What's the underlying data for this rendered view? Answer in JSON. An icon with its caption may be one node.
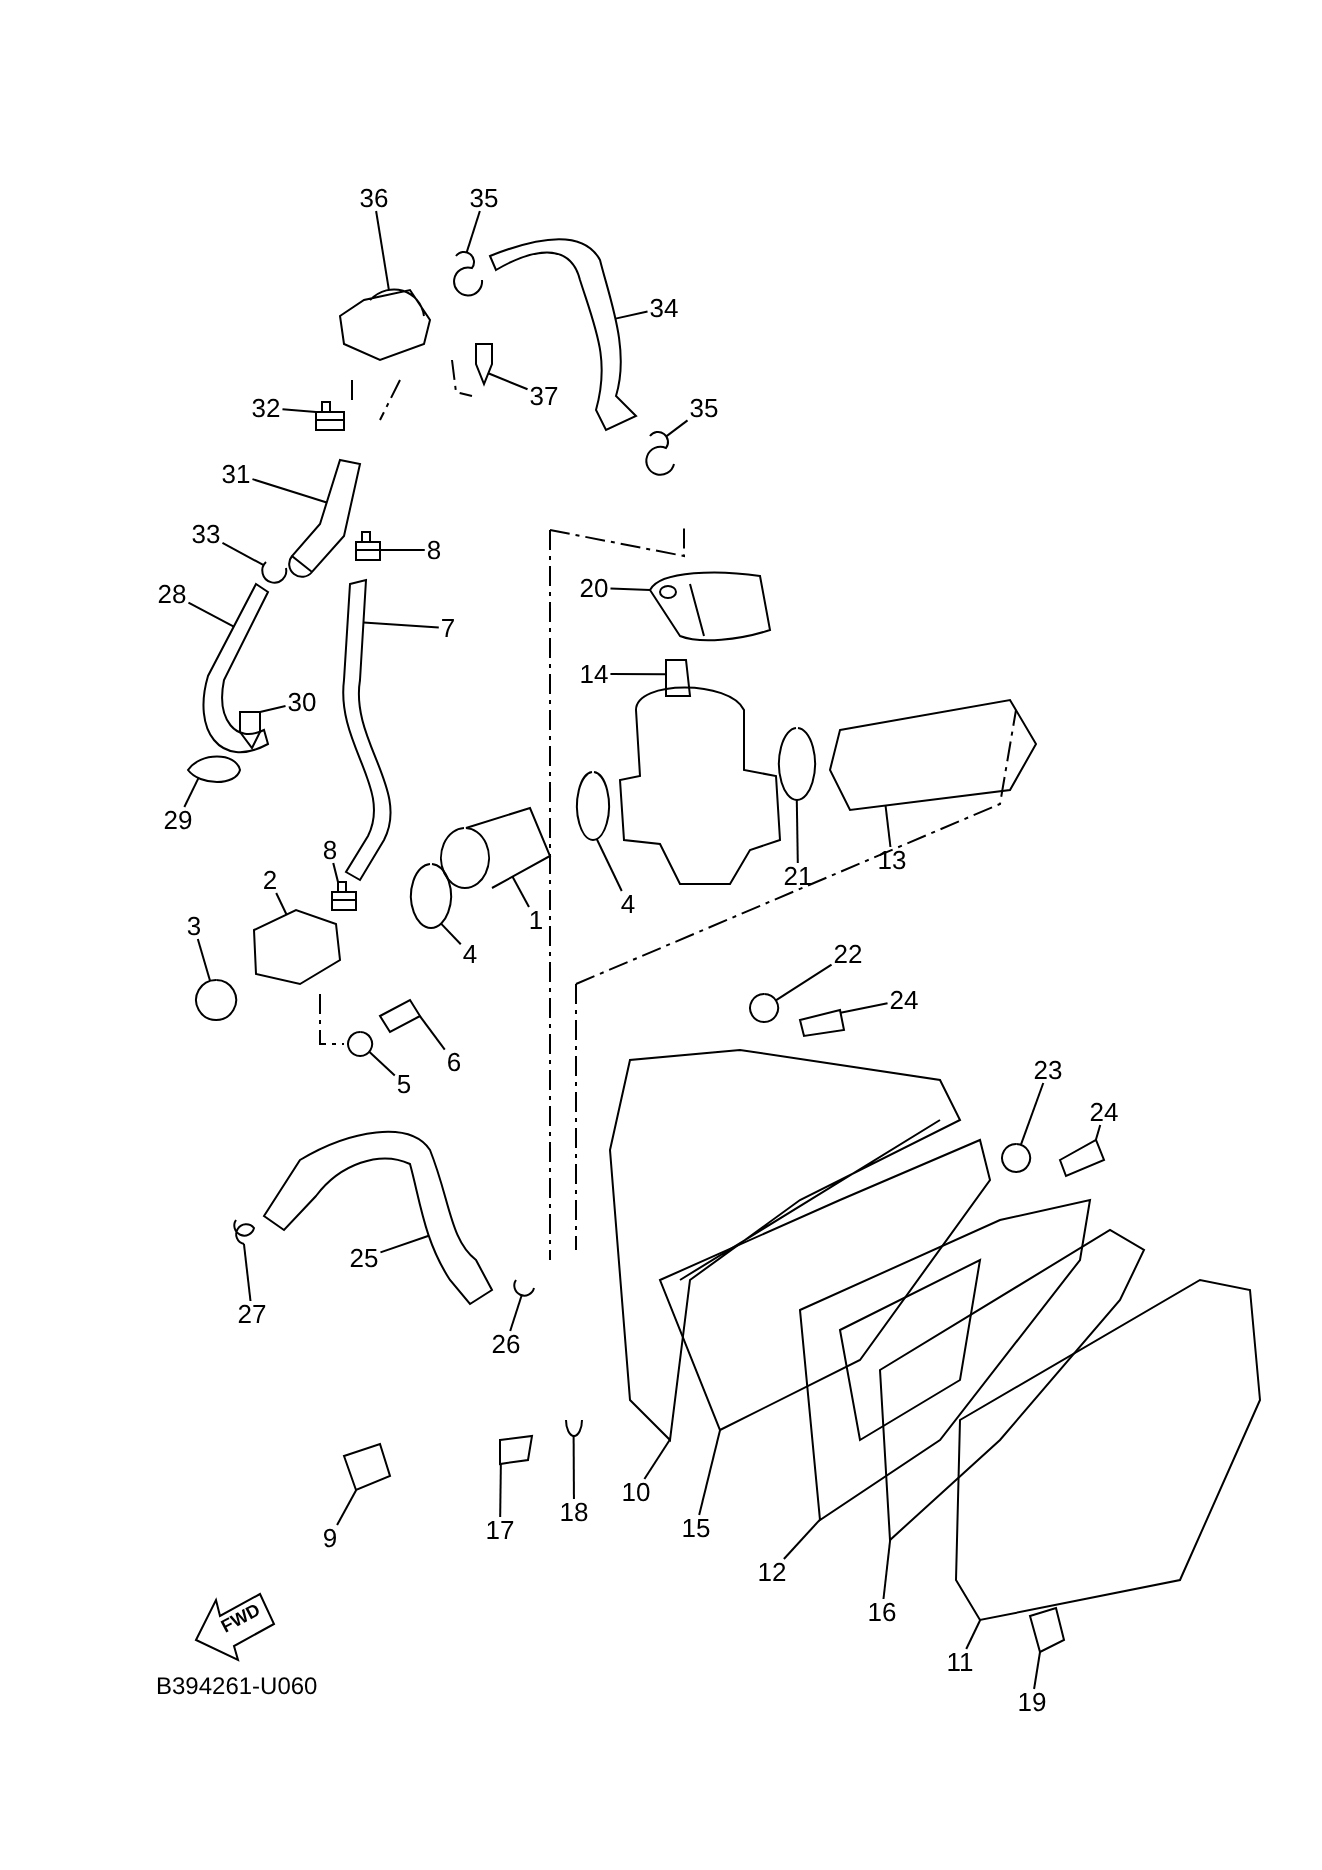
{
  "diagram": {
    "nodes": [
      {
        "text": [
          "36"
        ]
      },
      {
        "text": [
          "35"
        ]
      },
      {
        "text": [
          "34"
        ]
      },
      {
        "text": [
          "37"
        ]
      },
      {
        "text": [
          "32"
        ]
      },
      {
        "text": [
          "35"
        ]
      },
      {
        "text": [
          "31"
        ]
      },
      {
        "text": [
          "33"
        ]
      },
      {
        "text": [
          "8"
        ]
      },
      {
        "text": [
          "20"
        ]
      },
      {
        "text": [
          "28"
        ]
      },
      {
        "text": [
          "7"
        ]
      },
      {
        "text": [
          "14"
        ]
      },
      {
        "text": [
          "30"
        ]
      },
      {
        "text": [
          "29"
        ]
      },
      {
        "text": [
          "8"
        ]
      },
      {
        "text": [
          "13"
        ]
      },
      {
        "text": [
          "21"
        ]
      },
      {
        "text": [
          "2"
        ]
      },
      {
        "text": [
          "4"
        ]
      },
      {
        "text": [
          "1"
        ]
      },
      {
        "text": [
          "3"
        ]
      },
      {
        "text": [
          "4"
        ]
      },
      {
        "text": [
          "22"
        ]
      },
      {
        "text": [
          "24"
        ]
      },
      {
        "text": [
          "6"
        ]
      },
      {
        "text": [
          "23"
        ]
      },
      {
        "text": [
          "5"
        ]
      },
      {
        "text": [
          "24"
        ]
      },
      {
        "text": [
          "25"
        ]
      },
      {
        "text": [
          "27"
        ]
      },
      {
        "text": [
          "26"
        ]
      },
      {
        "text": [
          "10"
        ]
      },
      {
        "text": [
          "18"
        ]
      },
      {
        "text": [
          "15"
        ]
      },
      {
        "text": [
          "17"
        ]
      },
      {
        "text": [
          "9"
        ]
      },
      {
        "text": [
          "12"
        ]
      },
      {
        "text": [
          "16"
        ]
      },
      {
        "text": [
          "11"
        ]
      },
      {
        "text": [
          "19"
        ]
      },
      {
        "text": [],
        "shape": "picture"
      },
      {
        "text": [],
        "shape": "picture"
      },
      {
        "text": [],
        "shape": "picture"
      },
      {
        "text": [],
        "shape": "picture"
      },
      {
        "text": [],
        "shape": "picture"
      },
      {
        "text": [],
        "shape": "picture"
      },
      {
        "text": [],
        "shape": "picture"
      },
      {
        "text": [],
        "shape": "picture"
      },
      {
        "text": [],
        "shape": "picture"
      },
      {
        "text": [],
        "shape": "picture"
      },
      {
        "text": [],
        "shape": "picture"
      },
      {
        "text": [],
        "shape": "picture"
      },
      {
        "text": [],
        "shape": "picture"
      },
      {
        "text": [],
        "shape": "picture"
      },
      {
        "text": [],
        "shape": "picture"
      },
      {
        "text": [],
        "shape": "picture"
      },
      {
        "text": [],
        "shape": "picture"
      },
      {
        "text": [],
        "shape": "picture"
      },
      {
        "text": [],
        "shape": "picture"
      },
      {
        "text": [],
        "shape": "picture"
      },
      {
        "text": [],
        "shape": "picture"
      },
      {
        "text": [],
        "shape": "picture"
      },
      {
        "text": [],
        "shape": "picture"
      },
      {
        "text": [],
        "shape": "picture"
      },
      {
        "text": [],
        "shape": "picture"
      },
      {
        "text": [],
        "shape": "picture"
      },
      {
        "text": [],
        "shape": "picture"
      },
      {
        "text": [],
        "shape": "picture"
      },
      {
        "text": [],
        "shape": "picture"
      },
      {
        "text": [],
        "shape": "picture"
      },
      {
        "text": [],
        "shape": "picture"
      },
      {
        "text": [],
        "shape": "picture"
      },
      {
        "text": [],
        "shape": "picture"
      },
      {
        "text": [],
        "shape": "picture"
      },
      {
        "text": [],
        "shape": "picture"
      },
      {
        "text": [],
        "shape": "picture"
      },
      {
        "text": [],
        "shape": "picture"
      },
      {
        "text": [],
        "shape": "picture"
      },
      {
        "text": [],
        "shape": "picture"
      },
      {
        "text": [],
        "shape": "picture"
      },
      {
        "text": [],
        "shape": "picture"
      },
      {
        "text": [
          "FWD"
        ]
      }
    ],
    "edges": [
      {
        "from": 0,
        "to": 41,
        "arrow": "none"
      },
      {
        "from": 1,
        "to": 42,
        "arrow": "none"
      },
      {
        "from": 2,
        "to": 43,
        "arrow": "none"
      },
      {
        "from": 3,
        "to": 44,
        "arrow": "none"
      },
      {
        "from": 4,
        "to": 45,
        "arrow": "none"
      },
      {
        "from": 5,
        "to": 46,
        "arrow": "none"
      },
      {
        "from": 6,
        "to": 47,
        "arrow": "none"
      },
      {
        "from": 7,
        "to": 48,
        "arrow": "none"
      },
      {
        "from": 8,
        "to": 49,
        "arrow": "none"
      },
      {
        "from": 9,
        "to": 50,
        "arrow": "none"
      },
      {
        "from": 10,
        "to": 51,
        "arrow": "none"
      },
      {
        "from": 11,
        "to": 52,
        "arrow": "none"
      },
      {
        "from": 12,
        "to": 53,
        "arrow": "none"
      },
      {
        "from": 13,
        "to": 54,
        "arrow": "none"
      },
      {
        "from": 14,
        "to": 55,
        "arrow": "none"
      },
      {
        "from": 15,
        "to": 56,
        "arrow": "none"
      },
      {
        "from": 16,
        "to": 57,
        "arrow": "none"
      },
      {
        "from": 17,
        "to": 58,
        "arrow": "none"
      },
      {
        "from": 18,
        "to": 59,
        "arrow": "none"
      },
      {
        "from": 19,
        "to": 60,
        "arrow": "none"
      },
      {
        "from": 20,
        "to": 61,
        "arrow": "none"
      },
      {
        "from": 21,
        "to": 62,
        "arrow": "none"
      },
      {
        "from": 22,
        "to": 63,
        "arrow": "none"
      },
      {
        "from": 23,
        "to": 64,
        "arrow": "none"
      },
      {
        "from": 24,
        "to": 65,
        "arrow": "none"
      },
      {
        "from": 25,
        "to": 66,
        "arrow": "none"
      },
      {
        "from": 26,
        "to": 67,
        "arrow": "none"
      },
      {
        "from": 27,
        "to": 68,
        "arrow": "none"
      },
      {
        "from": 28,
        "to": 69,
        "arrow": "none"
      },
      {
        "from": 29,
        "to": 70,
        "arrow": "none"
      },
      {
        "from": 30,
        "to": 71,
        "arrow": "none"
      },
      {
        "from": 31,
        "to": 72,
        "arrow": "none"
      },
      {
        "from": 32,
        "to": 73,
        "arrow": "none"
      },
      {
        "from": 33,
        "to": 74,
        "arrow": "none"
      },
      {
        "from": 34,
        "to": 75,
        "arrow": "none"
      },
      {
        "from": 35,
        "to": 76,
        "arrow": "none"
      },
      {
        "from": 36,
        "to": 77,
        "arrow": "none"
      },
      {
        "from": 37,
        "to": 78,
        "arrow": "none"
      },
      {
        "from": 38,
        "to": 79,
        "arrow": "none"
      },
      {
        "from": 39,
        "to": 80,
        "arrow": "none"
      },
      {
        "from": 40,
        "to": 81,
        "arrow": "none"
      }
    ],
    "labels": [
      "B394261-U060"
    ]
  }
}
